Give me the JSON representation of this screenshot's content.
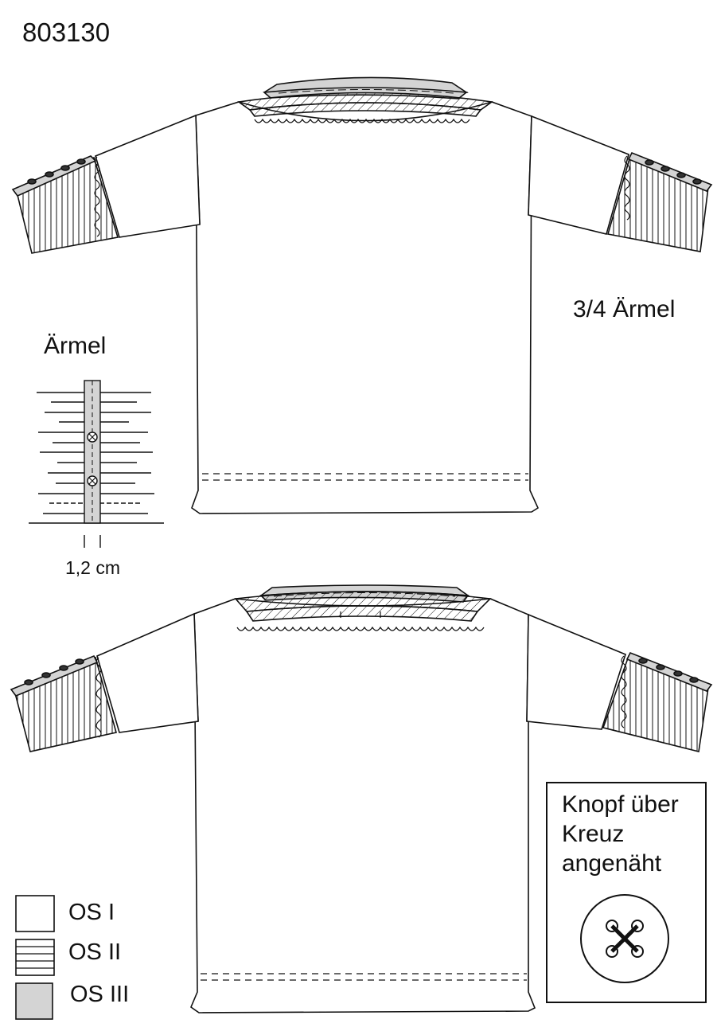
{
  "article_number": "803130",
  "labels": {
    "sleeve_length": "3/4 Ärmel",
    "sleeve_detail_title": "Ärmel",
    "placket_width": "1,2 cm"
  },
  "button_note": {
    "lines": [
      "Knopf über",
      "Kreuz",
      "angenäht"
    ]
  },
  "legend": [
    {
      "label": "OS I",
      "fill": "none"
    },
    {
      "label": "OS II",
      "fill": "lines"
    },
    {
      "label": "OS III",
      "fill": "#d4d4d4"
    }
  ],
  "colors": {
    "line": "#111111",
    "trim_gray": "#d4d4d4",
    "button_dark": "#333333"
  }
}
